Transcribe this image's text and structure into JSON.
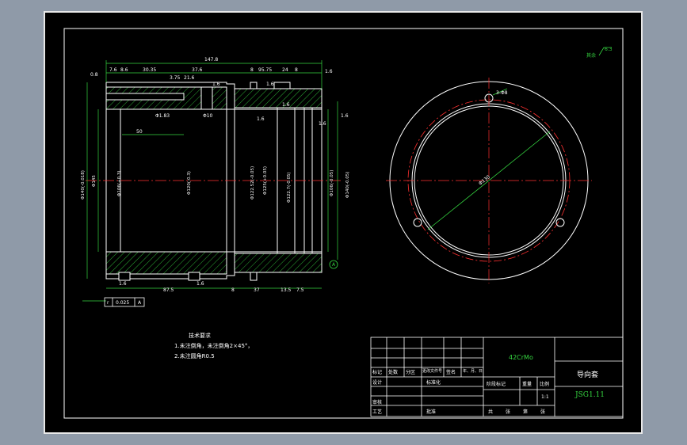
{
  "colors": {
    "background": "#8f9aa8",
    "sheet": "#000000",
    "outline": "#ffffff",
    "dimension": "#35d640",
    "centerline": "#ff3030",
    "hatch": "#35d640",
    "text": "#ffffff"
  },
  "corner_note": {
    "prefix": "其余",
    "roughness": "6.3"
  },
  "dimensions": {
    "overall_length": "147.8",
    "top": [
      "7.6",
      "8.6",
      "30.35",
      "37.6",
      "3.75",
      "21.6",
      "95.75",
      "8",
      "24",
      "8"
    ],
    "roughness_top": [
      "0.8",
      "1.6",
      "1.6",
      "1.6"
    ],
    "hole_a": "Φ1.83",
    "hole_b": "Φ10",
    "inner_length": "50",
    "diameters_left": [
      "Φ140(-0.018)",
      "Φ145",
      "Φ106(+0.3)",
      "Φ120(-0.3)"
    ],
    "diameters_right": [
      "Φ122.52(-0.05)",
      "Φ125(+0.05)",
      "Φ122.7(-0.05)",
      "Φ106(-0.05)",
      "Φ140(-0.05)"
    ],
    "roughness_side": [
      "1.6",
      "1.6",
      "1.6",
      "1.6"
    ],
    "bottom": [
      "87.5",
      "8",
      "37",
      "13.5",
      "7.5"
    ],
    "roughness_bottom": [
      "1.6",
      "1.6"
    ],
    "tolerance": "0.025",
    "datum": "A",
    "holes_label": "3-Φ8",
    "circle_dia": "Φ130"
  },
  "tech_requirements": {
    "title": "技术要求",
    "items": [
      "1.未注倒角，未注倒角2×45°，",
      "2.未注圆角R0.5"
    ]
  },
  "title_block": {
    "material": "42CrMo",
    "part_name": "导向套",
    "drawing_no": "JSG1.11",
    "scale": "1:1",
    "row_labels": [
      "标记",
      "处数",
      "分区",
      "更改文件号",
      "签名",
      "年、月、日"
    ],
    "design": "设计",
    "standard": "标准化",
    "check": "审核",
    "process": "工艺",
    "approve": "批准",
    "stage_labels": [
      "阶段标记",
      "重量",
      "比例"
    ],
    "sheet_labels": [
      "共",
      "张",
      "第",
      "张"
    ]
  }
}
